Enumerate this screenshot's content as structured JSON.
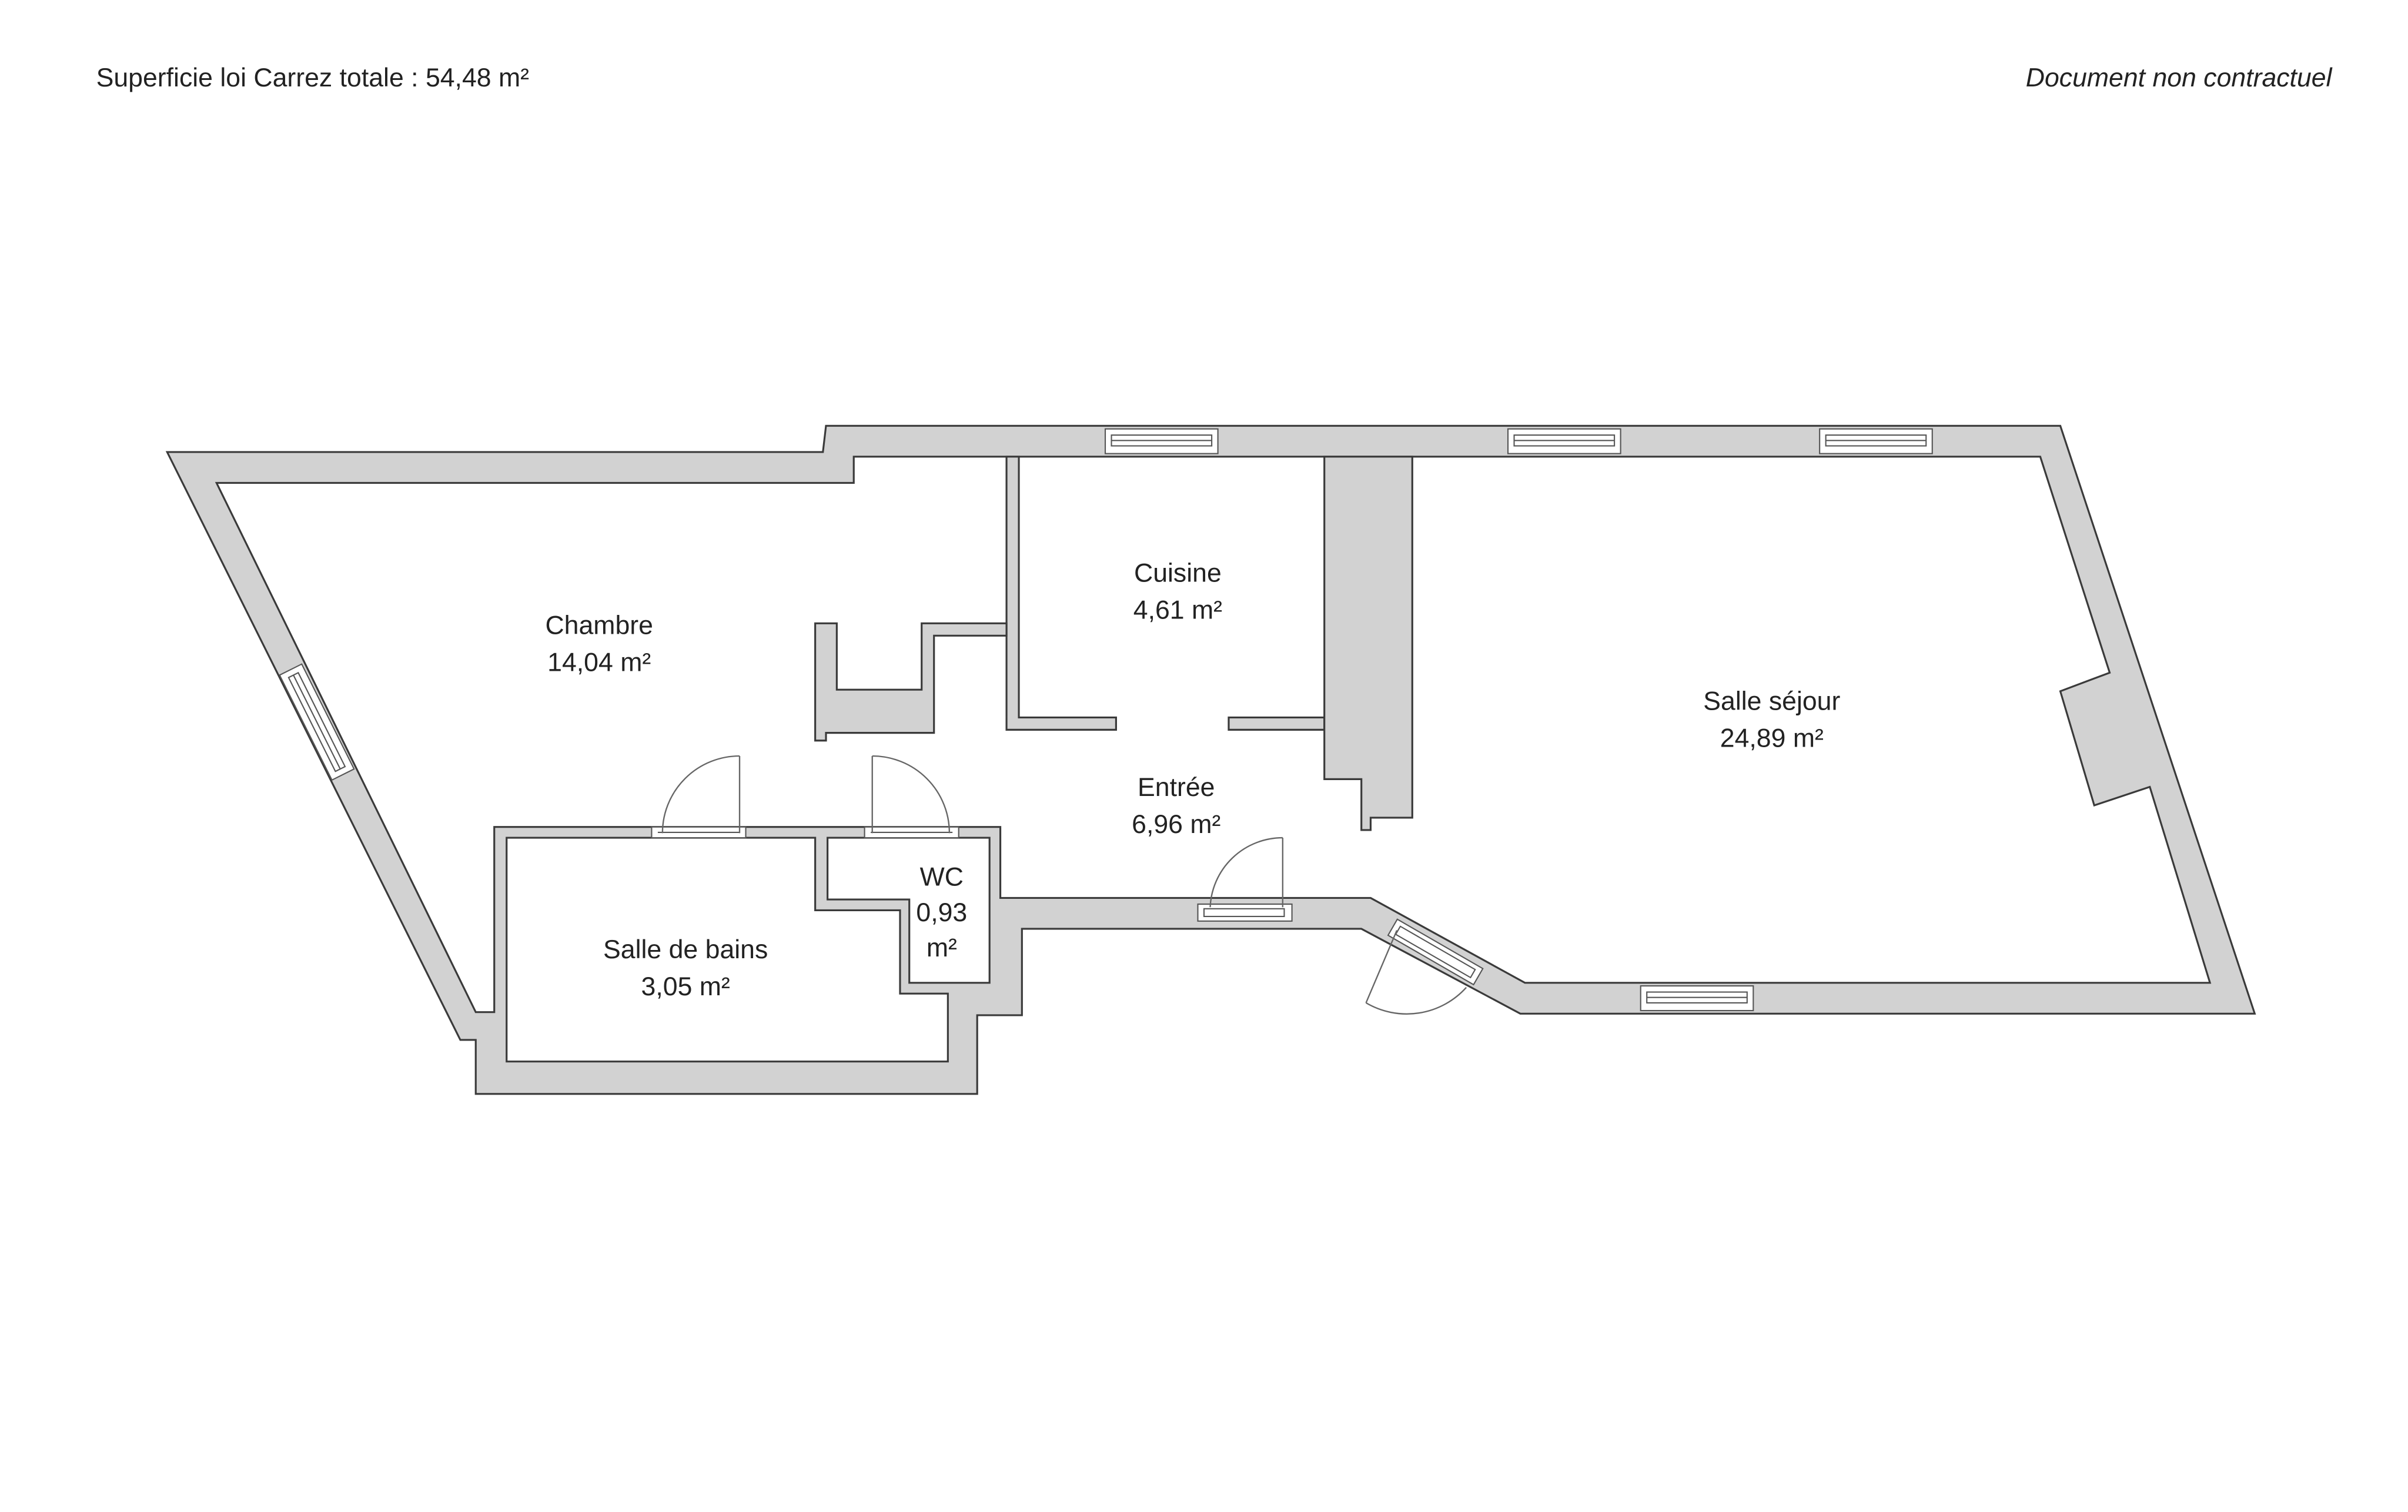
{
  "header": {
    "total_label": "Superficie loi Carrez totale :  54,48 m²",
    "disclaimer": "Document non contractuel"
  },
  "rooms": {
    "chambre": {
      "name": "Chambre",
      "area": "14,04 m²"
    },
    "cuisine": {
      "name": "Cuisine",
      "area": "4,61 m²"
    },
    "entree": {
      "name": "Entrée",
      "area": "6,96 m²"
    },
    "sejour": {
      "name": "Salle séjour",
      "area": "24,89 m²"
    },
    "bains": {
      "name": "Salle de bains",
      "area": "3,05 m²"
    },
    "wc": {
      "name": "WC",
      "area_value": "0,93",
      "area_unit": "m²"
    }
  },
  "colors": {
    "wall": "#d2d2d2",
    "outline": "#3a3a3a",
    "background": "#ffffff"
  }
}
